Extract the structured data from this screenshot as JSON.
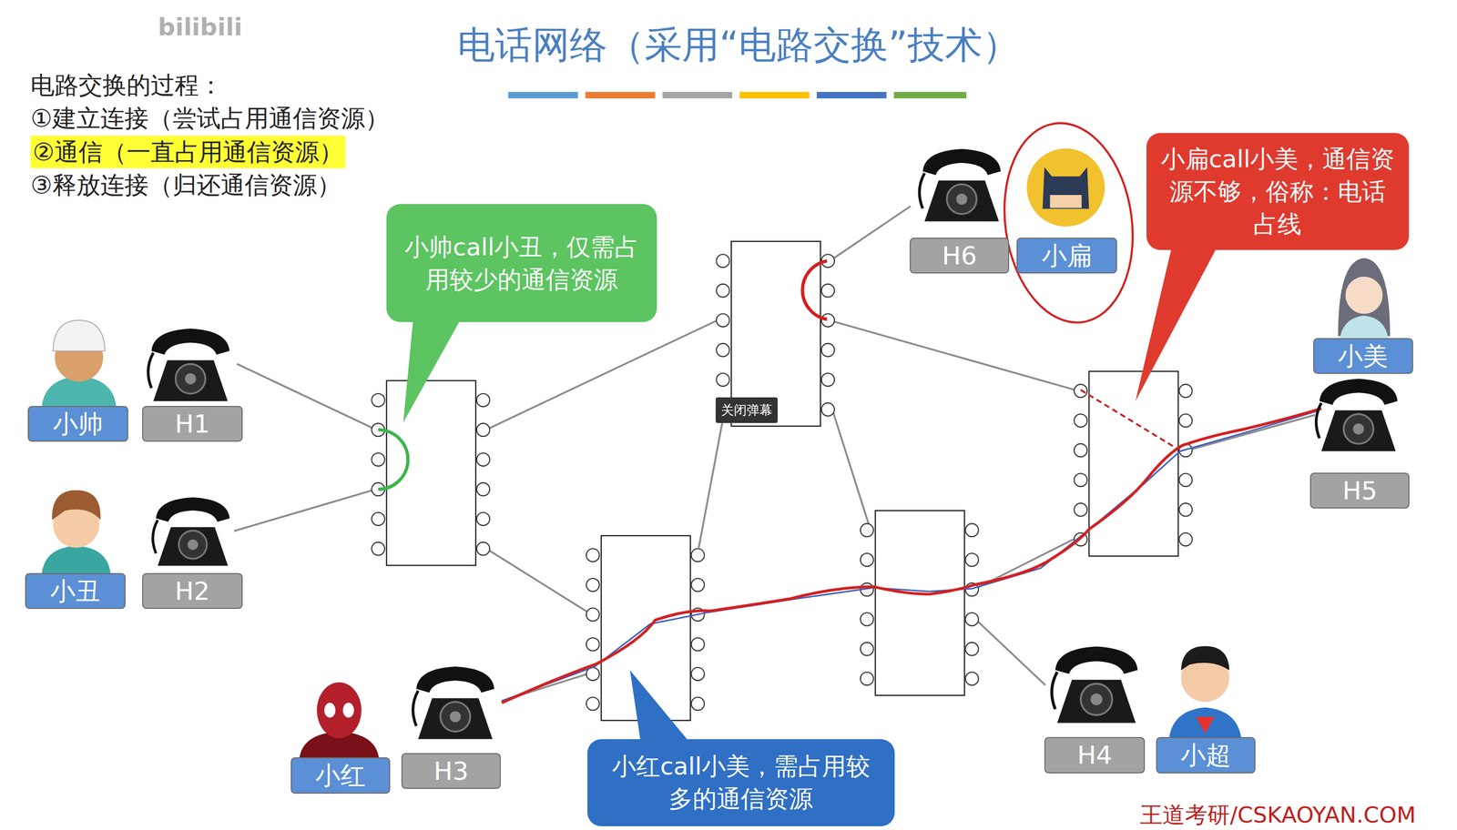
{
  "diagram": {
    "title": "电话网络（采用“电路交换”技术）",
    "nodes": [
      {
        "text": [
          "小帅call小丑，仅需占用较少的通信资源"
        ]
      },
      {
        "text": [
          "H6"
        ]
      },
      {
        "text": [
          "小扁"
        ]
      },
      {
        "text": [
          "小扁call小美，通信资源不够，俗称：电话占线"
        ]
      },
      {
        "text": [
          "小美"
        ]
      },
      {
        "text": [
          "小帅"
        ]
      },
      {
        "text": [
          "H1"
        ]
      },
      {
        "text": [
          "H5"
        ]
      },
      {
        "text": [
          "小丑"
        ]
      },
      {
        "text": [
          "H2"
        ]
      },
      {
        "text": [
          "小红"
        ]
      },
      {
        "text": [
          "H3"
        ]
      },
      {
        "text": [
          "H4"
        ]
      },
      {
        "text": [
          "小超"
        ]
      },
      {
        "text": [
          "小红call小美，需占用较多的通信资源"
        ]
      }
    ],
    "labels": [
      "bilibili",
      "电路交换的过程：",
      "①建立连接（尝试占用通信资源）",
      "②通信（一直占用通信资源）",
      "③释放连接（归还通信资源）",
      "关闭弹幕",
      "王道考研/CSKAOYAN.COM"
    ]
  }
}
